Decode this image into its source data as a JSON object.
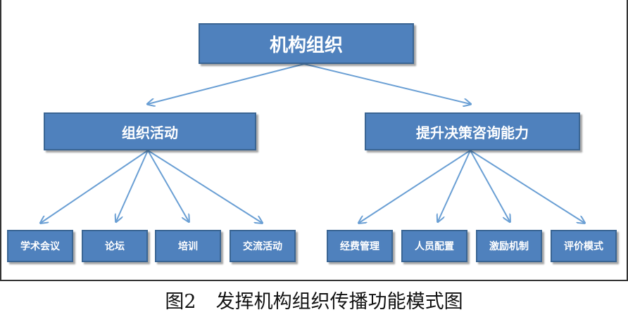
{
  "diagram": {
    "root": "机构组织",
    "branches": [
      {
        "label": "组织活动",
        "leaves": [
          "学术会议",
          "论坛",
          "培训",
          "交流活动"
        ]
      },
      {
        "label": "提升决策咨询能力",
        "leaves": [
          "经费管理",
          "人员配置",
          "激励机制",
          "评价模式"
        ]
      }
    ],
    "colors": {
      "node_fill": "#4f81bd",
      "node_border": "#3a6593",
      "arrow": "#6a9fd4",
      "node_text": "#ffffff"
    }
  },
  "caption": {
    "number": "图2",
    "text": "发挥机构组织传播功能模式图"
  }
}
